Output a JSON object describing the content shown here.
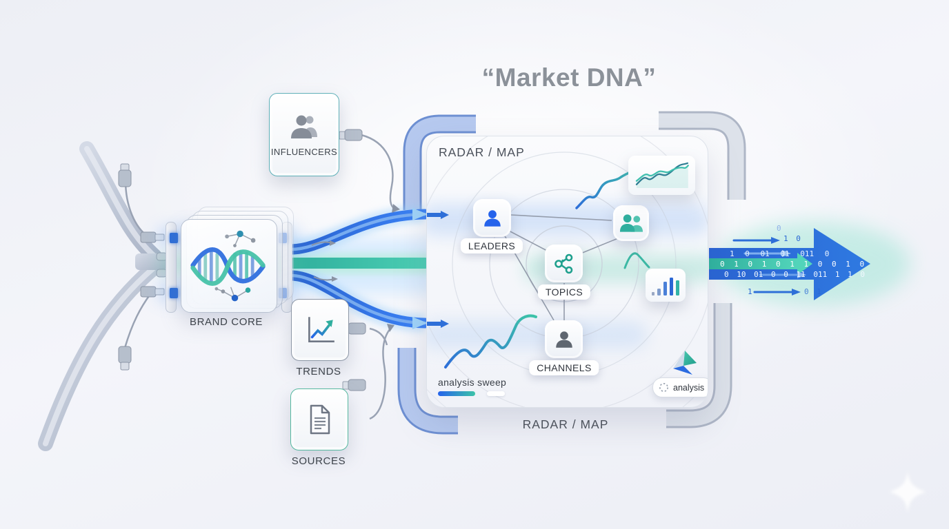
{
  "title": "“Market DNA”",
  "colors": {
    "accent_blue": "#2e6bd8",
    "accent_teal": "#3cc3a8",
    "cable_gray": "#b5bfce",
    "bracket_blue": "#b3c7ee",
    "bracket_gray": "#d9dee8",
    "label_dark": "#3b4148"
  },
  "brand_core": {
    "label": "BRAND CORE",
    "icon": "dna-network-icon"
  },
  "inputs": {
    "influencers": {
      "label": "INFLUENCERS",
      "icon": "people-icon"
    },
    "trends": {
      "label": "TRENDS",
      "icon": "line-chart-icon"
    },
    "sources": {
      "label": "SOURCES",
      "icon": "document-icon"
    }
  },
  "panel": {
    "header": "RADAR / MAP",
    "caption": "RADAR / MAP",
    "nodes": {
      "leaders": {
        "label": "LEADERS",
        "icon": "person-icon"
      },
      "topics": {
        "label": "TOPICS",
        "icon": "share-network-icon"
      },
      "channels": {
        "label": "CHANNELS",
        "icon": "person-icon"
      },
      "audience": {
        "icon": "people-icon"
      }
    },
    "mini_charts": {
      "trend_lines": "dual-line-chart-icon",
      "bars": "bar-chart-icon"
    },
    "sweep": {
      "label": "analysis sweep"
    },
    "badge": {
      "label": "analysis",
      "icon": "spinner-icon"
    },
    "logo": "prism-logo-icon"
  },
  "output_arrow": {
    "binary_rows": {
      "r0": "0",
      "r1": "1 0",
      "r2": "1 0 01 01 011 0",
      "r3": "0 1 0 1 0 1 1 0 0 1 0",
      "r4": "0 10 01 0 0 11 011 1 1 0",
      "r5a": "1",
      "r5b": "0 1"
    }
  }
}
